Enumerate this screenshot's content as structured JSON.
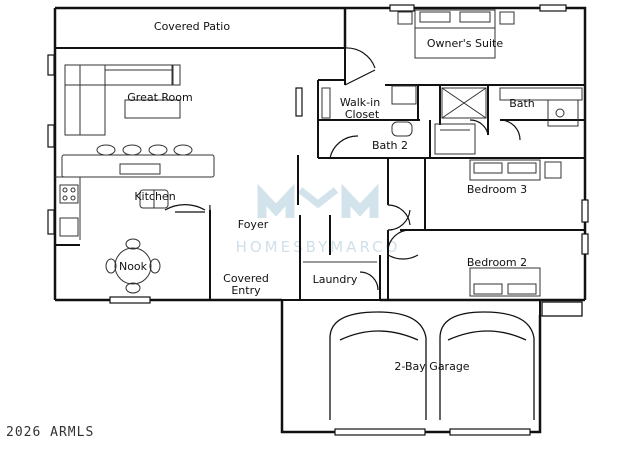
{
  "rooms": {
    "covered_patio": "Covered Patio",
    "owners_suite": "Owner's Suite",
    "great_room": "Great Room",
    "walk_in_closet": "Walk-in\nCloset",
    "bath": "Bath",
    "bath_2": "Bath 2",
    "kitchen": "Kitchen",
    "bedroom_3": "Bedroom 3",
    "foyer": "Foyer",
    "nook": "Nook",
    "bedroom_2": "Bedroom 2",
    "covered_entry": "Covered\nEntry",
    "laundry": "Laundry",
    "garage": "2-Bay Garage"
  },
  "watermark": {
    "text": "HOMESBYMARCO",
    "color": "#cfe0ea"
  },
  "copyright": "2026 ARMLS",
  "colors": {
    "wall": "#111111",
    "fixture": "#333333",
    "background": "#ffffff"
  }
}
